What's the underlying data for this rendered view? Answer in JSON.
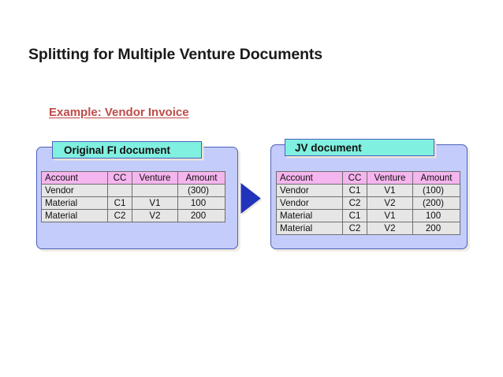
{
  "slide": {
    "title": "Splitting for Multiple Venture Documents",
    "example_label": "Example: Vendor Invoice",
    "background_color": "#FFFFFF",
    "title_color": "#1A1A1A",
    "example_label_color": "#BE4B48"
  },
  "colors": {
    "panel_fill": "#C3CCFA",
    "panel_border": "#4C5FBD",
    "header_chip_fill": "#80F0E0",
    "table_header_fill": "#F5B5EE",
    "table_row_fill": "#E6E6E6",
    "table_border": "#3A3A3A",
    "arrow_fill": "#2233BB",
    "shadow": "#EFECE2"
  },
  "arrow": {
    "icon": "right-triangle-arrow-icon",
    "direction": "right",
    "color": "#2233BB"
  },
  "panels": [
    {
      "id": "original-fi",
      "header": "Original FI document",
      "table": {
        "columns": [
          "Account",
          "CC",
          "Venture",
          "Amount"
        ],
        "rows": [
          [
            "Vendor",
            "",
            "",
            "(300)"
          ],
          [
            "Material",
            "C1",
            "V1",
            "100"
          ],
          [
            "Material",
            "C2",
            "V2",
            "200"
          ]
        ]
      }
    },
    {
      "id": "jv",
      "header": "JV document",
      "table": {
        "columns": [
          "Account",
          "CC",
          "Venture",
          "Amount"
        ],
        "rows": [
          [
            "Vendor",
            "C1",
            "V1",
            "(100)"
          ],
          [
            "Vendor",
            "C2",
            "V2",
            "(200)"
          ],
          [
            "Material",
            "C1",
            "V1",
            "100"
          ],
          [
            "Material",
            "C2",
            "V2",
            "200"
          ]
        ]
      }
    }
  ]
}
